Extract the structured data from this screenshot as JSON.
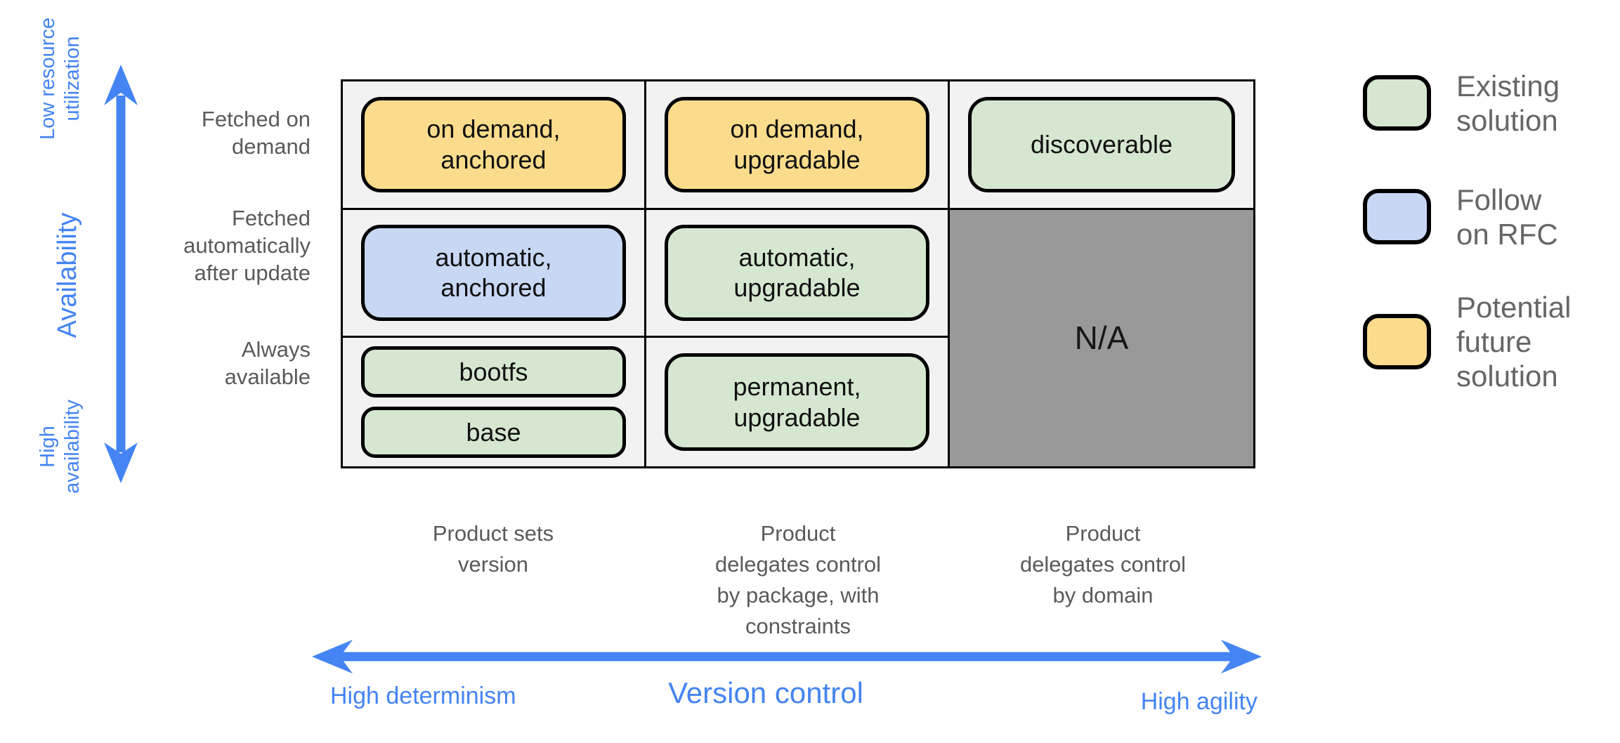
{
  "colors": {
    "existing_solution": "#d6e7d1",
    "follow_on_rfc": "#c8d7f4",
    "potential_future_solution": "#fadc8c",
    "na_cell": "#999999",
    "cell_background": "#f2f2f2",
    "grid_border": "#000000",
    "axis_blue": "#4484f3",
    "label_gray": "#5a5a5a"
  },
  "vertical_axis": {
    "top_end_label": "Low resource\nutilization",
    "axis_label": "Availability",
    "bottom_end_label": "High\navailability"
  },
  "horizontal_axis": {
    "left_end_label": "High determinism",
    "axis_label": "Version control",
    "right_end_label": "High agility"
  },
  "matrix": {
    "row_labels": [
      "Fetched on\ndemand",
      "Fetched\nautomatically\nafter update",
      "Always\navailable"
    ],
    "column_labels": [
      "Product sets\nversion",
      "Product\ndelegates control\nby package, with\nconstraints",
      "Product\ndelegates control\nby domain"
    ],
    "cells": {
      "on_demand_anchored": {
        "label": "on demand,\nanchored",
        "status": "potential-future-solution",
        "color": "#fadc8c"
      },
      "on_demand_upgradable": {
        "label": "on demand,\nupgradable",
        "status": "potential-future-solution",
        "color": "#fadc8c"
      },
      "discoverable": {
        "label": "discoverable",
        "status": "existing-solution",
        "color": "#d6e7d1"
      },
      "automatic_anchored": {
        "label": "automatic,\nanchored",
        "status": "follow-on-rfc",
        "color": "#c8d7f4"
      },
      "automatic_upgradable": {
        "label": "automatic,\nupgradable",
        "status": "existing-solution",
        "color": "#d6e7d1"
      },
      "bootfs": {
        "label": "bootfs",
        "status": "existing-solution",
        "color": "#d6e7d1"
      },
      "base": {
        "label": "base",
        "status": "existing-solution",
        "color": "#d6e7d1"
      },
      "permanent_upgradable": {
        "label": "permanent,\nupgradable",
        "status": "existing-solution",
        "color": "#d6e7d1"
      },
      "na": {
        "label": "N/A",
        "status": "not-applicable",
        "color": "#999999"
      }
    }
  },
  "legend": {
    "items": [
      {
        "label": "Existing\nsolution",
        "color": "#d6e7d1"
      },
      {
        "label": "Follow\non RFC",
        "color": "#c8d7f4"
      },
      {
        "label": "Potential\nfuture\nsolution",
        "color": "#fadc8c"
      }
    ]
  }
}
